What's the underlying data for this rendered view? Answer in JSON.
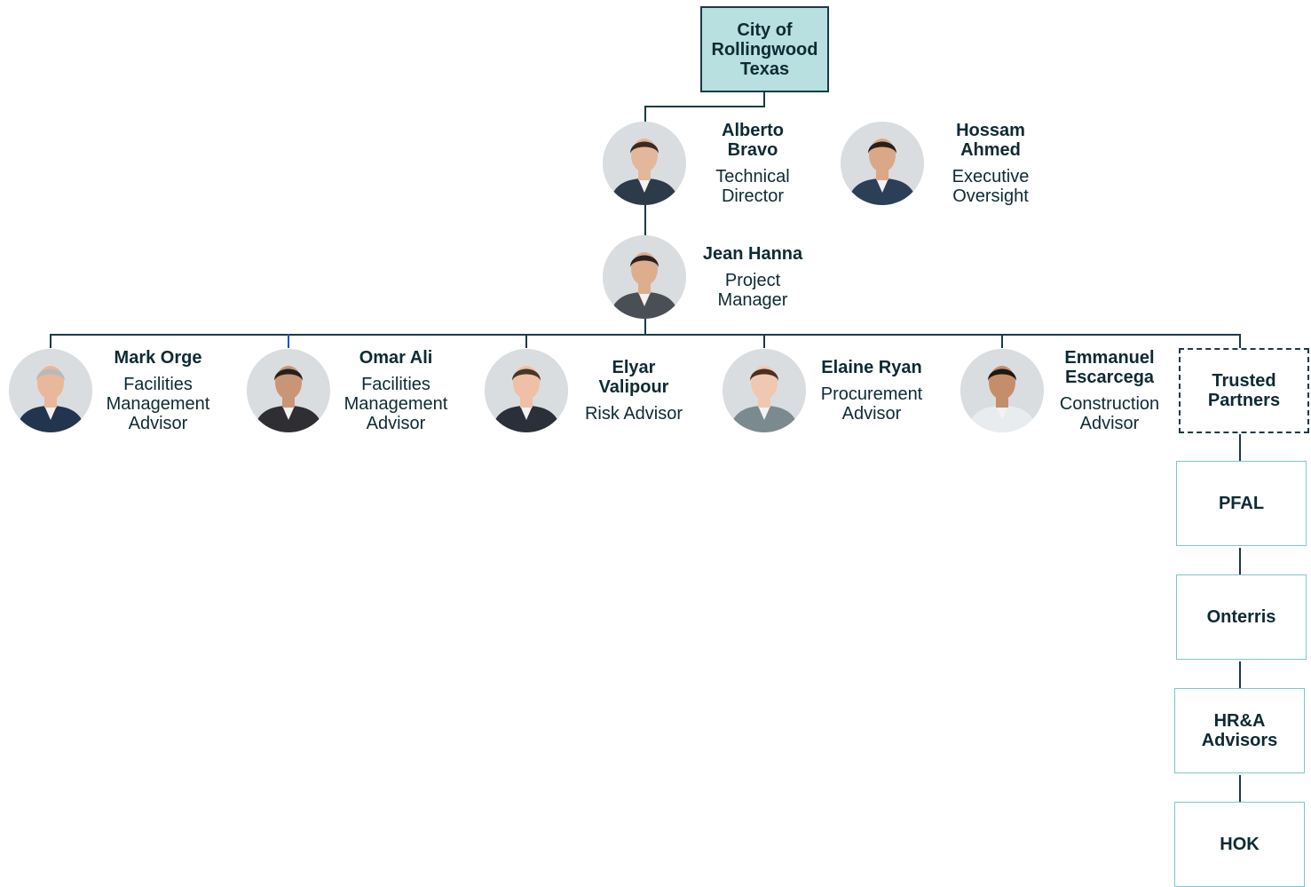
{
  "root": {
    "title": "City of\nRollingwood\nTexas"
  },
  "people": [
    {
      "id": "alberto-bravo",
      "name": "Alberto\nBravo",
      "role": "Technical\nDirector",
      "skin": "#e2b79a",
      "hair": "#3b2a20",
      "suit": "#2c3a4a"
    },
    {
      "id": "hossam-ahmed",
      "name": "Hossam\nAhmed",
      "role": "Executive\nOversight",
      "skin": "#d9a887",
      "hair": "#2a1f1a",
      "suit": "#2b3f57"
    },
    {
      "id": "jean-hanna",
      "name": "Jean Hanna",
      "role": "Project\nManager",
      "skin": "#dcae8e",
      "hair": "#2a221e",
      "suit": "#4a4f55"
    },
    {
      "id": "mark-orge",
      "name": "Mark Orge",
      "role": "Facilities\nManagement\nAdvisor",
      "skin": "#e8b79c",
      "hair": "#b9b9b9",
      "suit": "#23344f"
    },
    {
      "id": "omar-ali",
      "name": "Omar Ali",
      "role": "Facilities\nManagement\nAdvisor",
      "skin": "#c99577",
      "hair": "#26201c",
      "suit": "#2e2e33"
    },
    {
      "id": "elyar-valipour",
      "name": "Elyar\nValipour",
      "role": "Risk Advisor",
      "skin": "#eec0a6",
      "hair": "#4a3527",
      "suit": "#2a2f3a"
    },
    {
      "id": "elaine-ryan",
      "name": "Elaine Ryan",
      "role": "Procurement\nAdvisor",
      "skin": "#f0c7b0",
      "hair": "#4b2f22",
      "suit": "#7a8a8f"
    },
    {
      "id": "emmanuel-escarcega",
      "name": "Emmanuel\nEscarcega",
      "role": "Construction\nAdvisor",
      "skin": "#c48e6c",
      "hair": "#1e1814",
      "suit": "#e9ecee"
    }
  ],
  "partners": {
    "header": "Trusted\nPartners",
    "items": [
      "PFAL",
      "Onterris",
      "HR&A\nAdvisors",
      "HOK"
    ]
  },
  "colors": {
    "root_fill": "#b8e0e0",
    "connector": "#1b3a45",
    "partner_border": "#7fc6c9",
    "text": "#0e2a33"
  }
}
